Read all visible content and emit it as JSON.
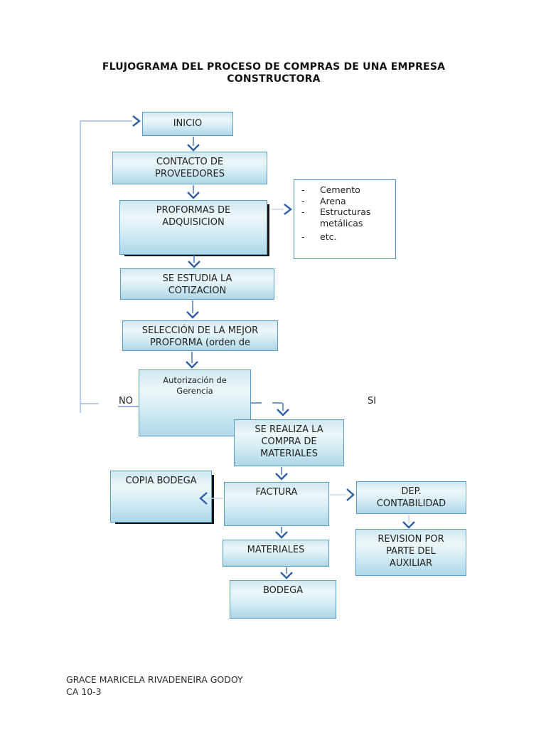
{
  "title": {
    "line1": "FLUJOGRAMA DEL PROCESO DE COMPRAS DE UNA EMPRESA",
    "line2": "CONSTRUCTORA"
  },
  "nodes": {
    "inicio": "INICIO",
    "contacto": "CONTACTO DE PROVEEDORES",
    "proformas": "PROFORMAS DE ADQUISICION",
    "estudia": "SE ESTUDIA LA COTIZACION",
    "seleccion": "SELECCIÓN DE LA MEJOR PROFORMA (orden de",
    "autorizacion": "Autorización de Gerencia",
    "realiza": "SE REALIZA LA COMPRA DE MATERIALES",
    "copia": "COPIA BODEGA",
    "factura": "FACTURA",
    "dep": "DEP. CONTABILIDAD",
    "revision": "REVISION POR PARTE DEL AUXILIAR",
    "materiales": "MATERIALES",
    "bodega": "BODEGA"
  },
  "side_list": {
    "dash": "-",
    "items": [
      "Cemento",
      "Arena",
      "Estructuras metálicas",
      "etc."
    ]
  },
  "branch_labels": {
    "no": "NO",
    "si": "SI"
  },
  "footer": {
    "line1": "GRACE MARICELA RIVADENEIRA GODOY",
    "line2": "CA 10-3"
  },
  "colors": {
    "border": "#5b9cc7",
    "fill-top": "#cfe7f0",
    "fill-mid": "#edf7fa",
    "fill-bottom": "#aed7e7",
    "line-light": "#c6d5e7",
    "line-loop": "#a4bcd9",
    "line-mid": "#5480c0",
    "arrow-dark": "#2e5fa6",
    "ink": "#1f1f1f",
    "shadow": "#161616"
  }
}
